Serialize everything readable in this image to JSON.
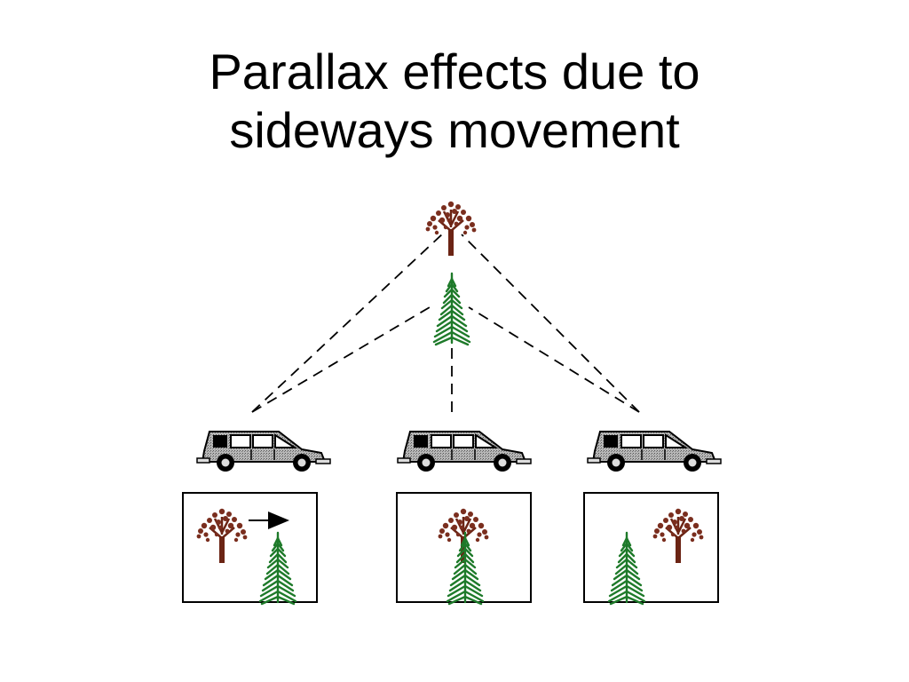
{
  "title": {
    "line1": "Parallax effects due to",
    "line2": "sideways movement"
  },
  "colors": {
    "background": "#ffffff",
    "text": "#000000",
    "deciduous_tree_foliage": "#7a2e1e",
    "deciduous_tree_trunk": "#6b2414",
    "pine_tree": "#1e7a2a",
    "car_body": "#9a9a9a",
    "sight_lines": "#000000",
    "frame_border": "#000000"
  },
  "scene": {
    "far_object": "deciduous-tree",
    "near_object": "pine-tree",
    "viewer": "car",
    "viewpoints": [
      "left",
      "center",
      "right"
    ]
  },
  "views": [
    {
      "viewpoint": "left",
      "has_motion_arrow": true
    },
    {
      "viewpoint": "center",
      "has_motion_arrow": false
    },
    {
      "viewpoint": "right",
      "has_motion_arrow": false
    }
  ]
}
